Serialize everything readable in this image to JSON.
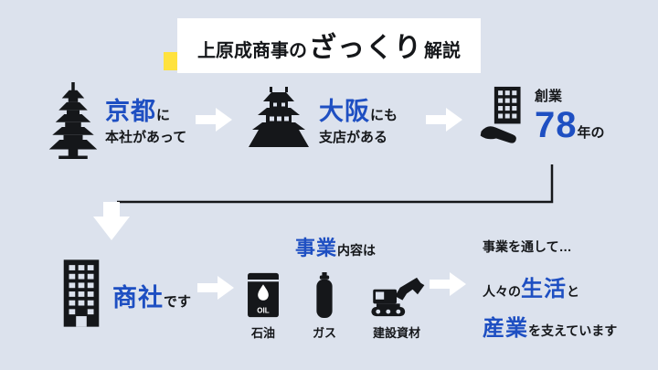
{
  "colors": {
    "background": "#dce2ed",
    "accent_blue": "#1e4fc2",
    "highlight_yellow": "#ffe23e",
    "icon_black": "#15171a",
    "arrow_white": "#ffffff"
  },
  "title": {
    "prefix": "上原成商事の",
    "emphasis": "ざっくり",
    "suffix": "解説"
  },
  "flow_top": {
    "kyoto": {
      "big": "京都",
      "particle": "に",
      "line2": "本社があって",
      "icon": "pagoda-icon"
    },
    "osaka": {
      "big": "大阪",
      "particle": "にも",
      "line2": "支店がある",
      "icon": "castle-icon"
    },
    "founding": {
      "label": "創業",
      "years": "78",
      "unit": "年の",
      "icon": "building-in-hand-icon"
    }
  },
  "flow_bottom": {
    "shosha": {
      "big": "商社",
      "particle": "です",
      "icon": "office-building-icon"
    },
    "business": {
      "heading_big": "事業",
      "heading_small": "内容は",
      "items": [
        {
          "label": "石油",
          "badge": "OIL",
          "icon": "oil-drum-icon"
        },
        {
          "label": "ガス",
          "icon": "gas-cylinder-icon"
        },
        {
          "label": "建設資材",
          "icon": "excavator-icon"
        }
      ]
    },
    "closing": {
      "line1": "事業を通して…",
      "line2_pre": "人々の",
      "line2_big": "生活",
      "line2_post": "と",
      "line3_big": "産業",
      "line3_post": "を支えています"
    }
  }
}
